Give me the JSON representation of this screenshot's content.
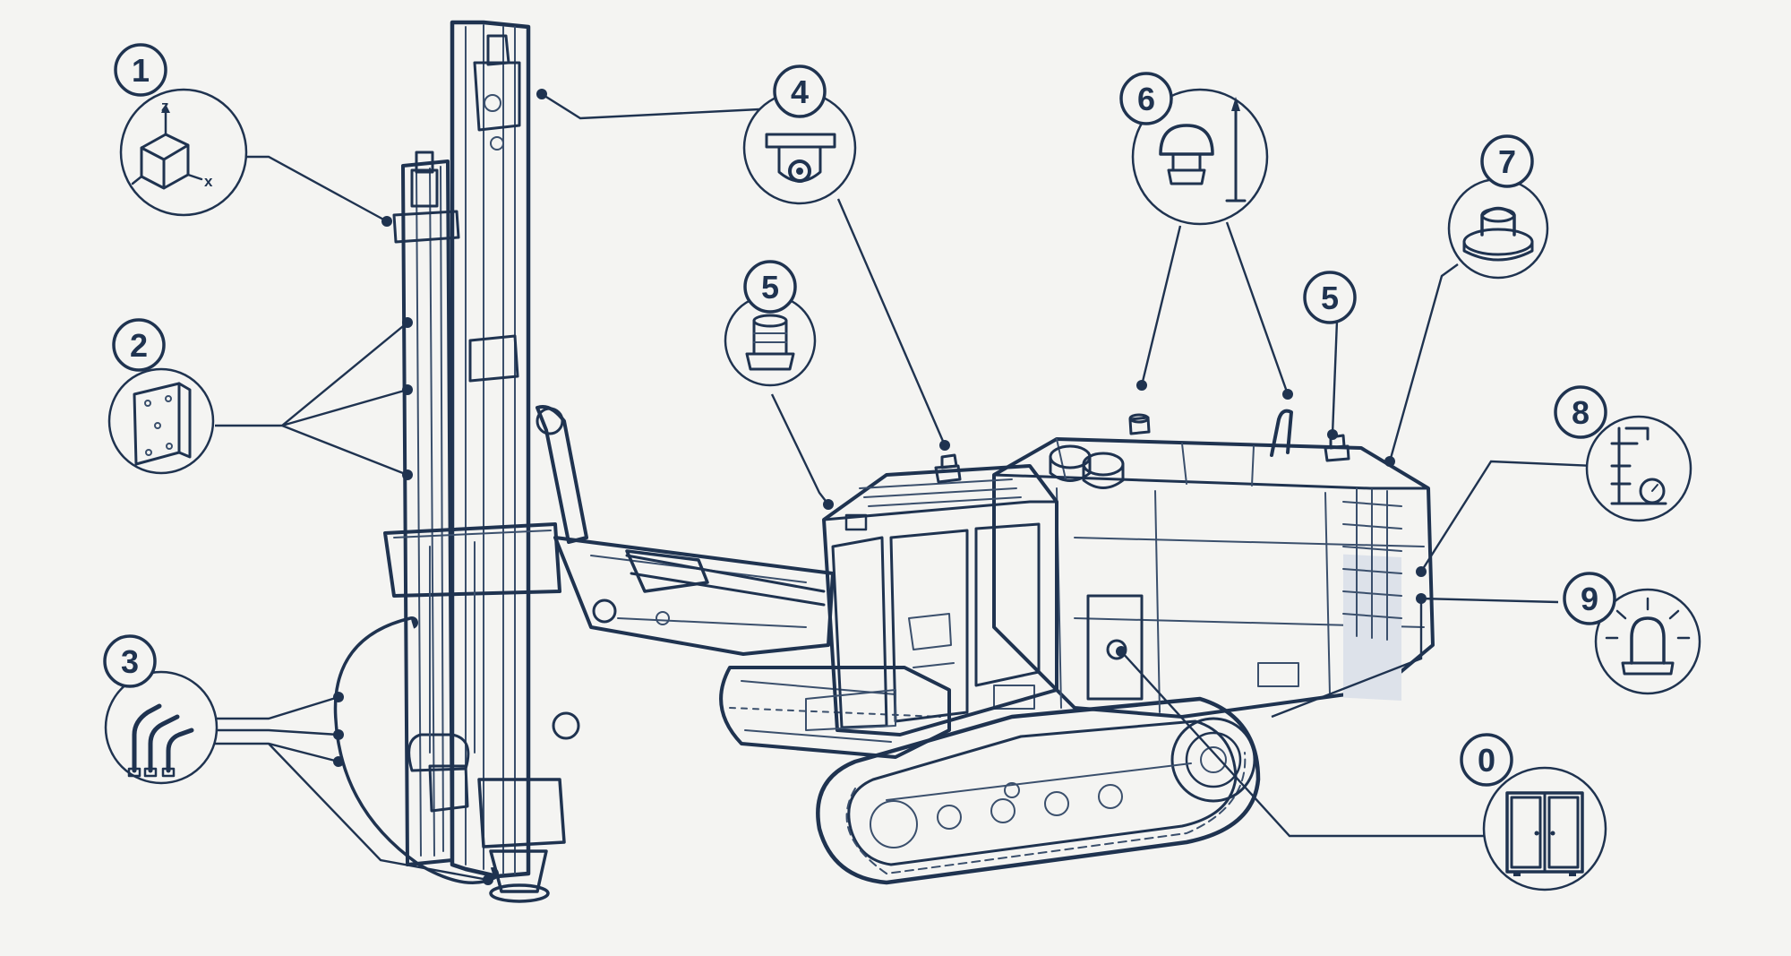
{
  "callouts": [
    {
      "id": "c1",
      "number": "1",
      "icon": "axis-cube-icon",
      "axis_labels": {
        "z": "z",
        "x": "x"
      }
    },
    {
      "id": "c2",
      "number": "2",
      "icon": "mounting-bracket-icon"
    },
    {
      "id": "c3",
      "number": "3",
      "icon": "hydraulic-hoses-icon"
    },
    {
      "id": "c4",
      "number": "4",
      "icon": "dome-camera-icon"
    },
    {
      "id": "c5a",
      "number": "5",
      "icon": "beacon-sensor-icon"
    },
    {
      "id": "c5b",
      "number": "5"
    },
    {
      "id": "c6",
      "number": "6",
      "icon": "gnss-antenna-icon"
    },
    {
      "id": "c7",
      "number": "7",
      "icon": "emergency-button-icon"
    },
    {
      "id": "c8",
      "number": "8",
      "icon": "gauge-rack-icon"
    },
    {
      "id": "c9",
      "number": "9",
      "icon": "warning-light-icon"
    },
    {
      "id": "c0",
      "number": "0",
      "icon": "control-cabinet-icon"
    }
  ],
  "colors": {
    "ink": "#1f3350",
    "background": "#f4f4f2"
  }
}
